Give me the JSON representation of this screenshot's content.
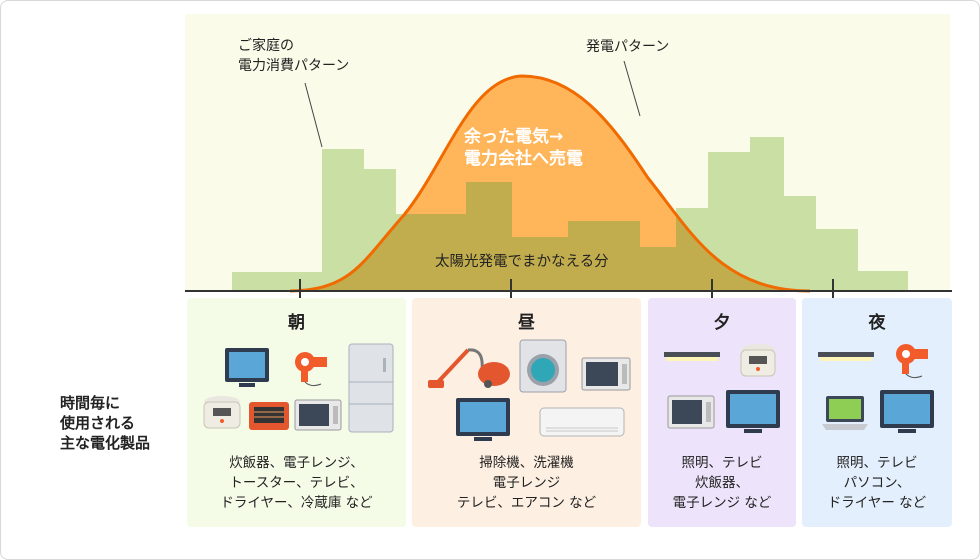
{
  "diagram": {
    "label_consumption_line1": "ご家庭の",
    "label_consumption_line2": "電力消費パターン",
    "label_generation": "発電パターン",
    "surplus_line1": "余った電気→",
    "surplus_line2": "電力会社へ売電",
    "covered": "太陽光発電でまかなえる分"
  },
  "colors": {
    "generation_fill": "#ffb65a",
    "generation_line": "#f06a00",
    "consumption_fill": "#c9dfa4",
    "covered_fill": "#c2ad4e",
    "plot_background": "#fbfbea"
  },
  "sidebar_lines": [
    "時間毎に",
    "使用される",
    "主な電化製品"
  ],
  "periods": [
    {
      "name": "朝",
      "bg": "#f4fbe7",
      "lines": [
        "炊飯器、電子レンジ、",
        "トースター、テレビ、",
        "ドライヤー、冷蔵庫 など"
      ],
      "icons": [
        "tv-icon",
        "hair-dryer-icon",
        "refrigerator-icon",
        "rice-cooker-icon",
        "toaster-icon",
        "microwave-icon"
      ]
    },
    {
      "name": "昼",
      "bg": "#fdf0e2",
      "lines": [
        "掃除機、洗濯機",
        "電子レンジ",
        "テレビ、エアコン など"
      ],
      "icons": [
        "vacuum-cleaner-icon",
        "washing-machine-icon",
        "microwave-icon",
        "tv-icon",
        "air-conditioner-icon"
      ]
    },
    {
      "name": "夕",
      "bg": "#ede3fa",
      "lines": [
        "照明、テレビ",
        "炊飯器、",
        "電子レンジ など"
      ],
      "icons": [
        "ceiling-light-icon",
        "rice-cooker-icon",
        "microwave-icon",
        "tv-icon"
      ]
    },
    {
      "name": "夜",
      "bg": "#e3effc",
      "lines": [
        "照明、テレビ",
        "パソコン、",
        "ドライヤー など"
      ],
      "icons": [
        "ceiling-light-icon",
        "hair-dryer-icon",
        "laptop-icon",
        "tv-icon"
      ]
    }
  ]
}
